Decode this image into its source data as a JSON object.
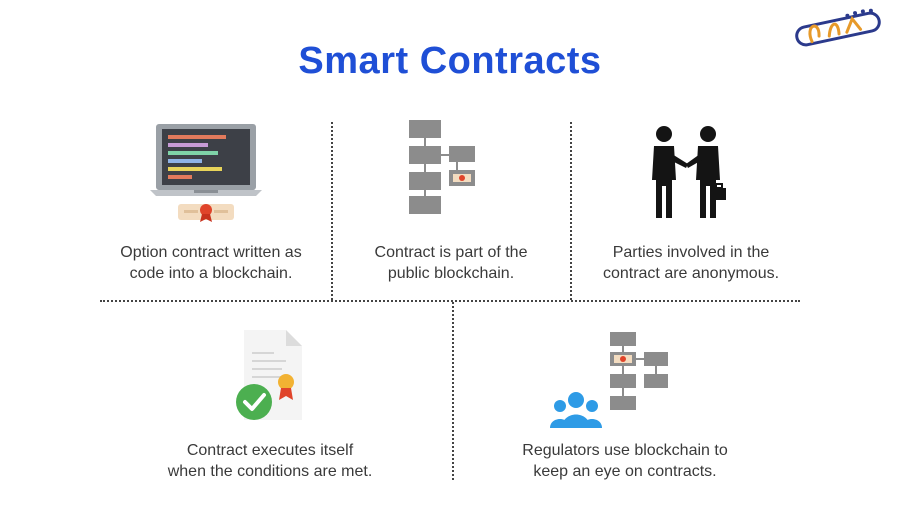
{
  "title": "Smart Contracts",
  "cells": [
    {
      "line1": "Option contract written as",
      "line2": "code into a blockchain."
    },
    {
      "line1": "Contract is part of the",
      "line2": "public blockchain."
    },
    {
      "line1": "Parties involved in the",
      "line2": "contract are anonymous."
    },
    {
      "line1": "Contract executes itself",
      "line2": "when the conditions are met."
    },
    {
      "line1": "Regulators use blockchain to",
      "line2": "keep an eye on contracts."
    }
  ],
  "colors": {
    "title": "#1f4fd6",
    "block": "#8c8c8c",
    "accent_red": "#e0442a",
    "check_green": "#4caf50",
    "people_blue": "#2e9be6"
  }
}
